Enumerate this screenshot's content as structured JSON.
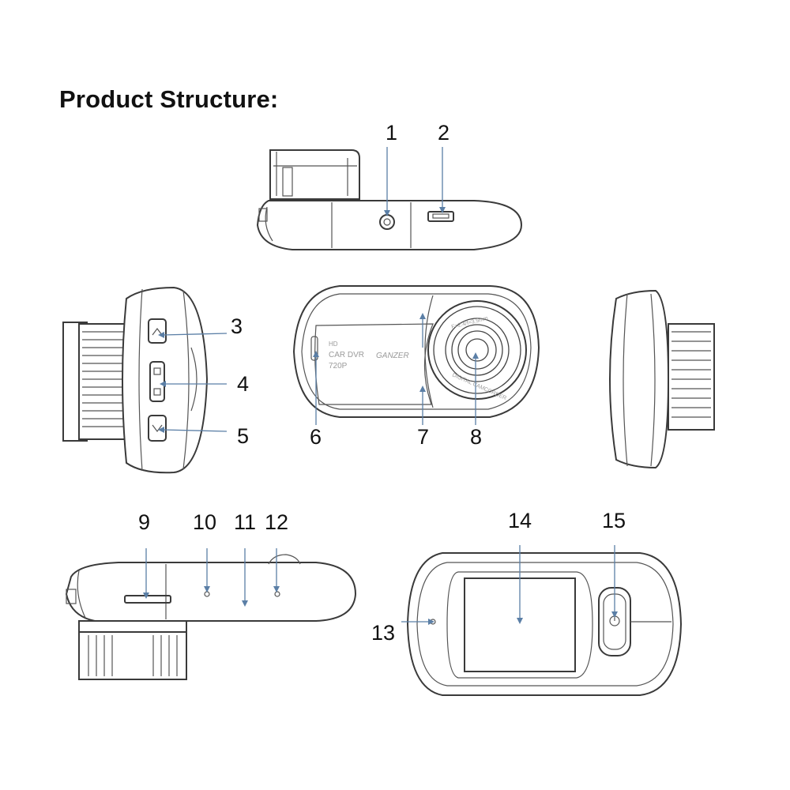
{
  "heading": {
    "title": "Product Structure:"
  },
  "callouts": {
    "c1": "1",
    "c2": "2",
    "c3": "3",
    "c4": "4",
    "c5": "5",
    "c6": "6",
    "c7": "7",
    "c8": "8",
    "c9": "9",
    "c10": "10",
    "c11": "11",
    "c12": "12",
    "c13": "13",
    "c14": "14",
    "c15": "15"
  },
  "device_front_print": {
    "hd": "HD",
    "car_dvr": "CAR DVR",
    "res": "720P",
    "brand": "GANZER",
    "lens_top": "F=2.4/f=3.5mm",
    "lens_bottom": "DIGITAL CAMCORDER"
  },
  "colors": {
    "ink": "#3a3a3a",
    "callout_arrow": "#5b7fa6",
    "text": "#111111"
  }
}
